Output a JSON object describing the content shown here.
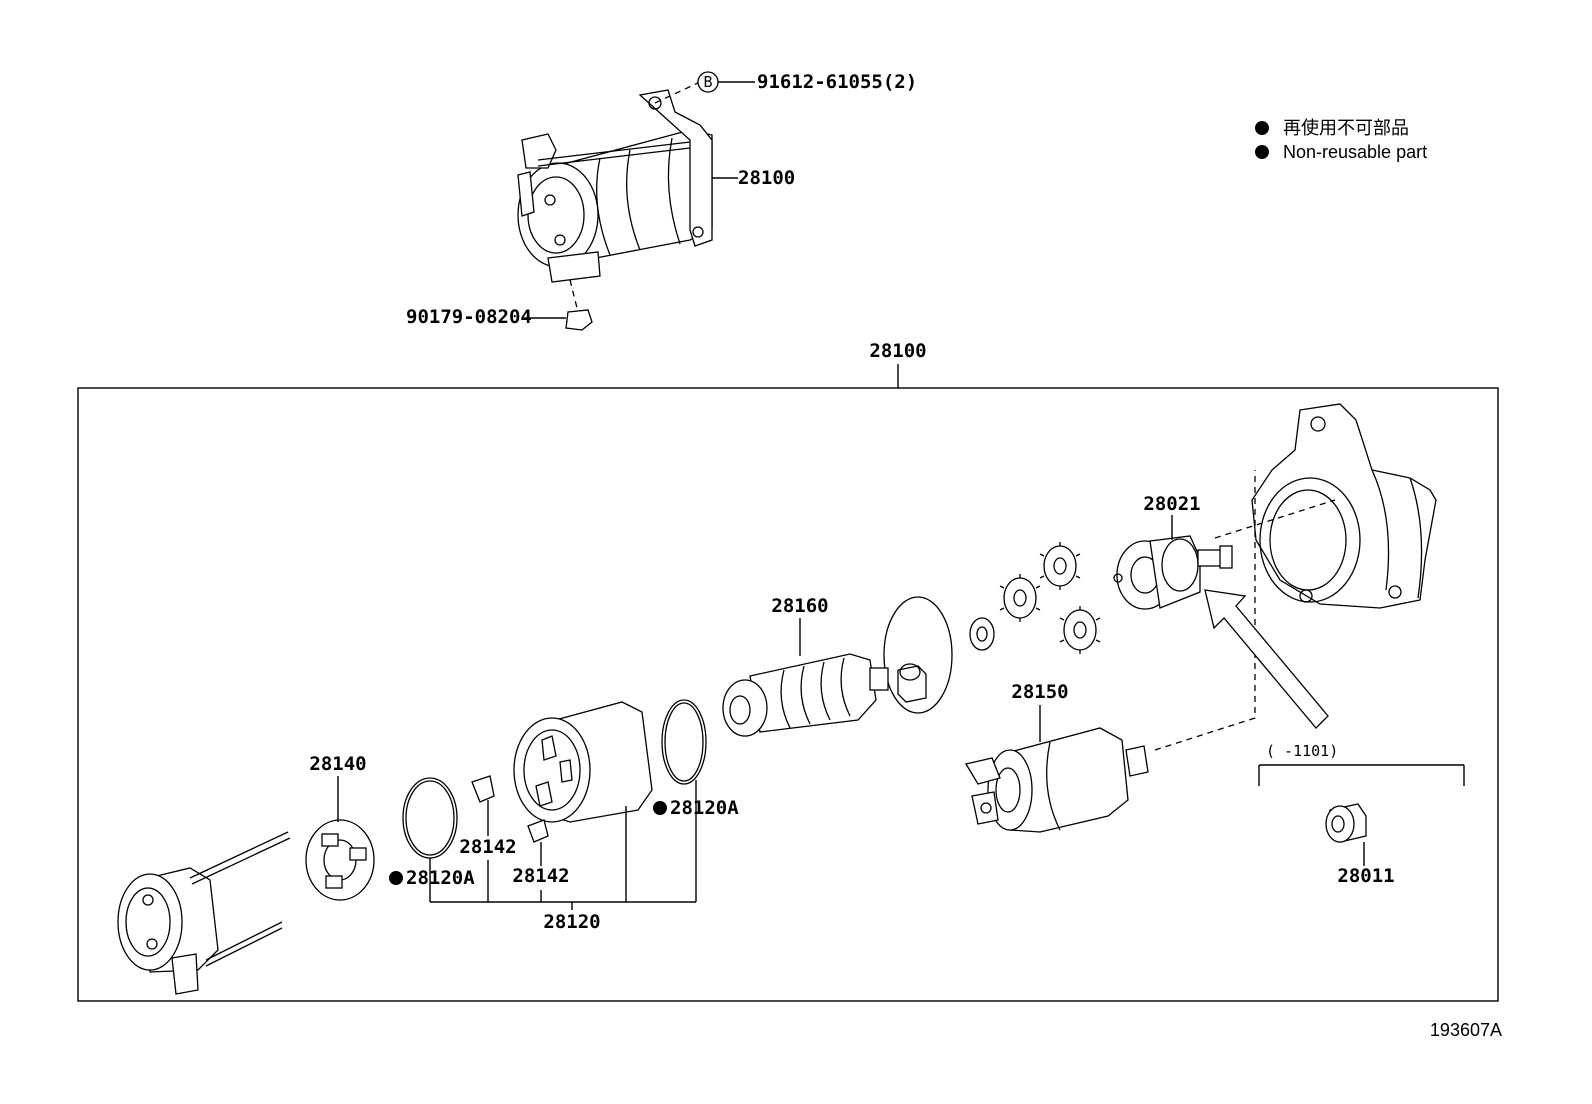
{
  "legend": {
    "jp": "再使用不可部品",
    "en": "Non-reusable part"
  },
  "top_assembly": {
    "bolt_marker": "B",
    "bolt_part": "91612-61055(2)",
    "assembly_part": "28100",
    "nut_part": "90179-08204"
  },
  "box_title": "28100",
  "parts": {
    "p28021": "28021",
    "p28160": "28160",
    "p28150": "28150",
    "p28140": "28140",
    "p28142a": "28142",
    "p28142b": "28142",
    "p28120a_left": "28120A",
    "p28120a_right": "28120A",
    "p28120": "28120",
    "p28011": "28011"
  },
  "range_note": "(      -1101)",
  "diagram_id": "193607A"
}
